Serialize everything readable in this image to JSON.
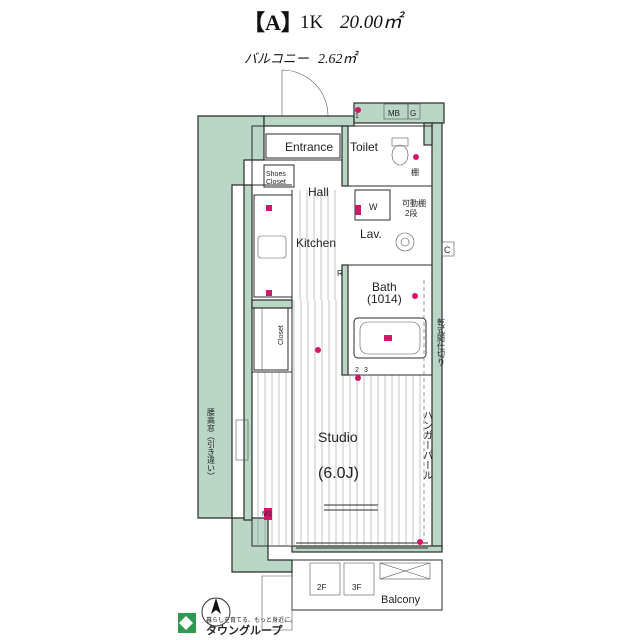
{
  "header": {
    "unit_type": "【A】",
    "layout": "1K",
    "area": "20.00㎡",
    "balcony_label": "バルコニー",
    "balcony_area": "2.62㎡"
  },
  "rooms": {
    "entrance": "Entrance",
    "toilet": "Toilet",
    "shoes_closet_1": "Shoes",
    "shoes_closet_2": "Closet",
    "hall": "Hall",
    "kitchen": "Kitchen",
    "lav": "Lav.",
    "w": "W",
    "bath": "Bath",
    "bath_size": "(1014)",
    "closet": "Closet",
    "studio": "Studio",
    "studio_size": "(6.0J)",
    "balcony": "Balcony"
  },
  "symbols": {
    "mb": "MB",
    "g": "G",
    "c": "C",
    "r": "R",
    "shelf_1": "可動棚",
    "shelf_2": "2段",
    "shelf_top": "棚",
    "circle_1": "1",
    "circle_2": "2",
    "circle_3": "3",
    "m1": "M1",
    "f2": "2F",
    "f3": "3F"
  },
  "vertical_notes": {
    "right_wall": "乾式間仕切り",
    "hanger": "ハンガーパール",
    "left_window": "腰高窓（引き違い）"
  },
  "logo": {
    "tagline": "暮らしを育てる、もっと身近に。",
    "name": "タウングループ"
  }
}
